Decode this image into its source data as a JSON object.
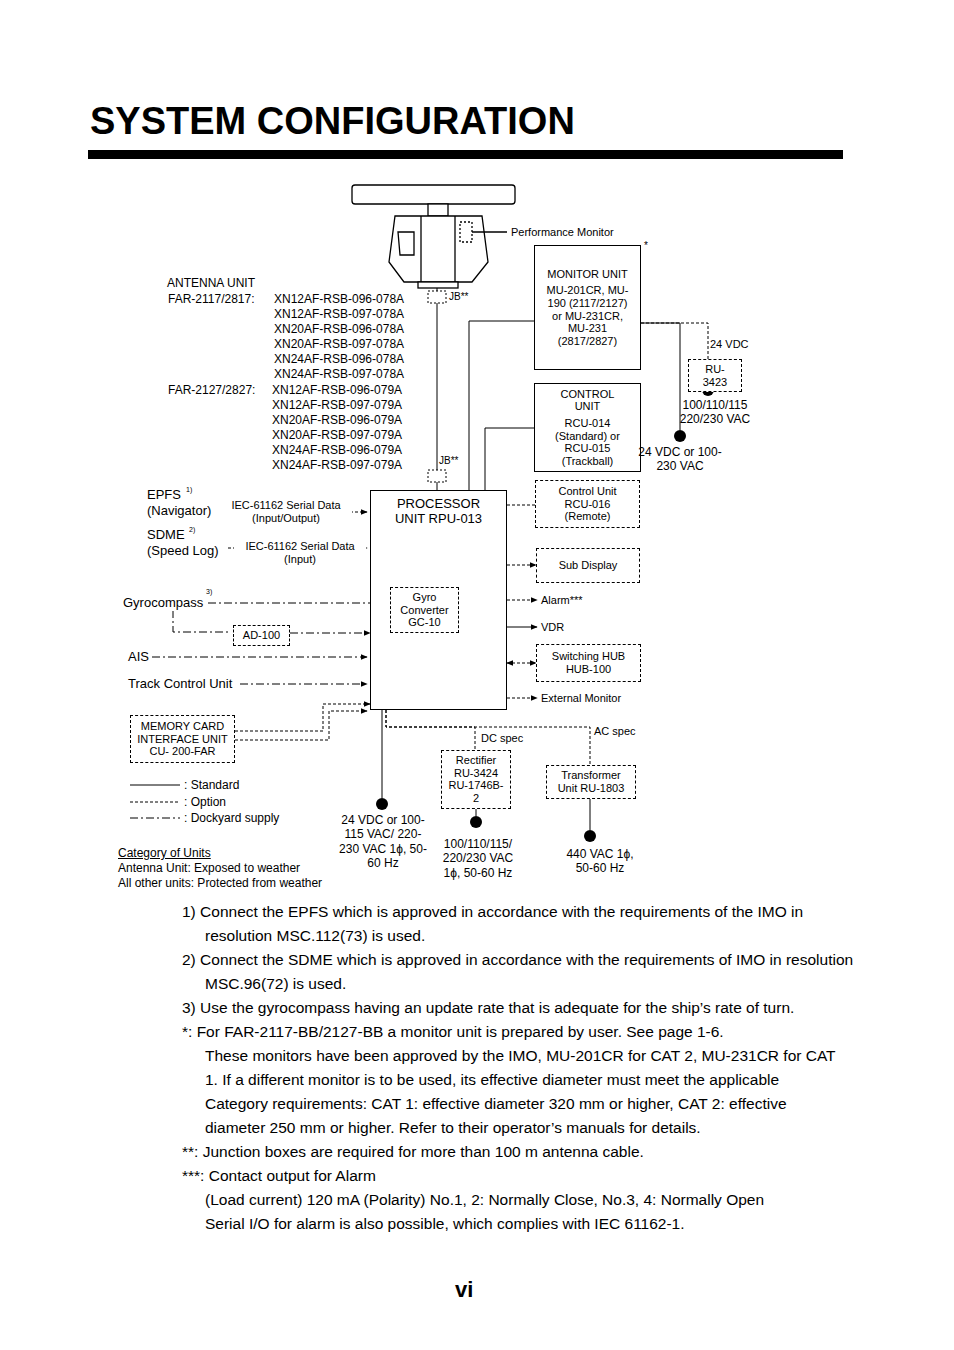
{
  "diagram": {
    "title": "SYSTEM CONFIGURATION",
    "nodes": [
      {
        "text": [
          "MONITOR UNIT",
          "MU-201CR, MU-190 (2117/2127) or MU-231CR, MU-231 (2817/2827)"
        ]
      },
      {
        "text": [
          "RU-3423"
        ]
      },
      {
        "text": [
          "CONTROL UNIT",
          "RCU-014 (Standard) or RCU-015 (Trackball)"
        ]
      },
      {
        "text": [
          "Control Unit RCU-016 (Remote)"
        ]
      },
      {
        "text": [
          "PROCESSOR UNIT RPU-013"
        ]
      },
      {
        "text": [
          "Gyro Converter GC-10"
        ],
        "in": 4
      },
      {
        "text": [
          "Sub Display"
        ]
      },
      {
        "text": [
          "AD-100"
        ]
      },
      {
        "text": [
          "Switching HUB HUB-100"
        ]
      },
      {
        "text": [
          "MEMORY CARD INTERFACE UNIT CU- 200-FAR"
        ]
      },
      {
        "text": [
          "Rectifier RU-3424 RU-1746B-2"
        ]
      },
      {
        "text": [
          "Transformer Unit RU-1803"
        ]
      }
    ],
    "edges": [
      {
        "from": 4,
        "to": 0,
        "arrow": "none"
      },
      {
        "from": 4,
        "to": 2,
        "arrow": "none"
      },
      {
        "from": 4,
        "to": 3,
        "arrow": "none"
      },
      {
        "from": 4,
        "to": 6,
        "arrow": "to"
      },
      {
        "from": 4,
        "to": 8,
        "arrow": "both"
      },
      {
        "from": 7,
        "to": 4,
        "arrow": "to"
      },
      {
        "from": 9,
        "to": 4,
        "arrow": "to"
      },
      {
        "from": 4,
        "to": 10,
        "arrow": "none"
      },
      {
        "from": 4,
        "to": 11,
        "arrow": "none"
      },
      {
        "from": 0,
        "to": 1,
        "arrow": "none"
      }
    ],
    "labels": [
      "ANTENNA UNIT",
      "FAR-2117/2817:",
      "XN12AF-RSB-096-078A",
      "XN12AF-RSB-097-078A",
      "XN20AF-RSB-096-078A",
      "XN20AF-RSB-097-078A",
      "XN24AF-RSB-096-078A",
      "XN24AF-RSB-097-078A",
      "FAR-2127/2827:",
      "XN12AF-RSB-096-079A",
      "XN12AF-RSB-097-079A",
      "XN20AF-RSB-096-079A",
      "XN20AF-RSB-097-079A",
      "XN24AF-RSB-096-079A",
      "XN24AF-RSB-097-079A",
      "Performance Monitor",
      "JB**",
      "JB**",
      "*",
      "24 VDC",
      "100/110/115 220/230 VAC",
      "24 VDC or 100-230 VAC",
      "EPFS",
      "1)",
      "(Navigator)",
      "IEC-61162 Serial Data (Input/Output)",
      "SDME",
      "2)",
      "(Speed Log)",
      "IEC-61162 Serial Data (Input)",
      "Gyrocompass",
      "3)",
      "AIS",
      "Track Control Unit",
      "Alarm***",
      "VDR",
      "External Monitor",
      "DC spec",
      "AC spec",
      "24 VDC or 100-115 VAC/ 220-230 VAC 1ϕ, 50-60 Hz",
      "100/110/115/ 220/230 VAC 1ϕ, 50-60 Hz",
      "440 VAC 1ϕ, 50-60 Hz",
      "Category of Units",
      "Antenna Unit: Exposed to weather",
      "All other units: Protected from weather",
      "1) Connect the EPFS which is approved in accordance with the requirements of the IMO in resolution MSC.112(73) is used.",
      "2) Connect the SDME which is approved in accordance with the requirements of IMO in resolution MSC.96(72) is used.",
      "3) Use the gyrocompass having an update rate that is adequate for the ship’s rate of turn.",
      "*: For FAR-2117-BB/2127-BB a monitor unit is prepared by user. See page 1-6.",
      "These monitors have been approved by the IMO, MU-201CR for CAT 2, MU-231CR for CAT 1. If a different monitor is to be used, its effective diameter must meet the applicable Category requirements: CAT 1: effective diameter 320 mm or higher, CAT 2: effective diameter 250 mm or higher. Refer to their operator’s manuals for details.",
      "**: Junction boxes are required for more than 100 m antenna cable.",
      "***: Contact output for Alarm",
      "(Load current) 120 mA (Polarity) No.1, 2: Normally Close, No.3, 4: Normally Open",
      "Serial I/O for alarm is also possible, which complies with IEC 61162-1.",
      "vi"
    ],
    "legend": [
      {
        "text": ": Standard"
      },
      {
        "text": ": Option"
      },
      {
        "text": ": Dockyard supply"
      }
    ]
  }
}
